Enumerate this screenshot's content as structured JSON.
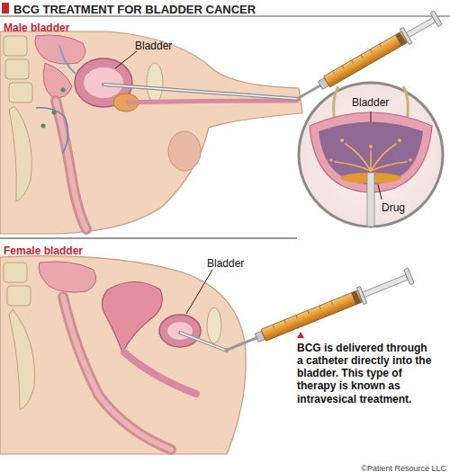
{
  "diagram": {
    "title": "BCG TREATMENT FOR BLADDER CANCER",
    "caption": "BCG is delivered through a catheter directly into the bladder. This type of therapy is known as intravesical treatment.",
    "labels": [
      "Male bladder",
      "Bladder",
      "Bladder",
      "Drug",
      "Female bladder",
      "Bladder",
      "©Patient Resource LLC"
    ]
  }
}
